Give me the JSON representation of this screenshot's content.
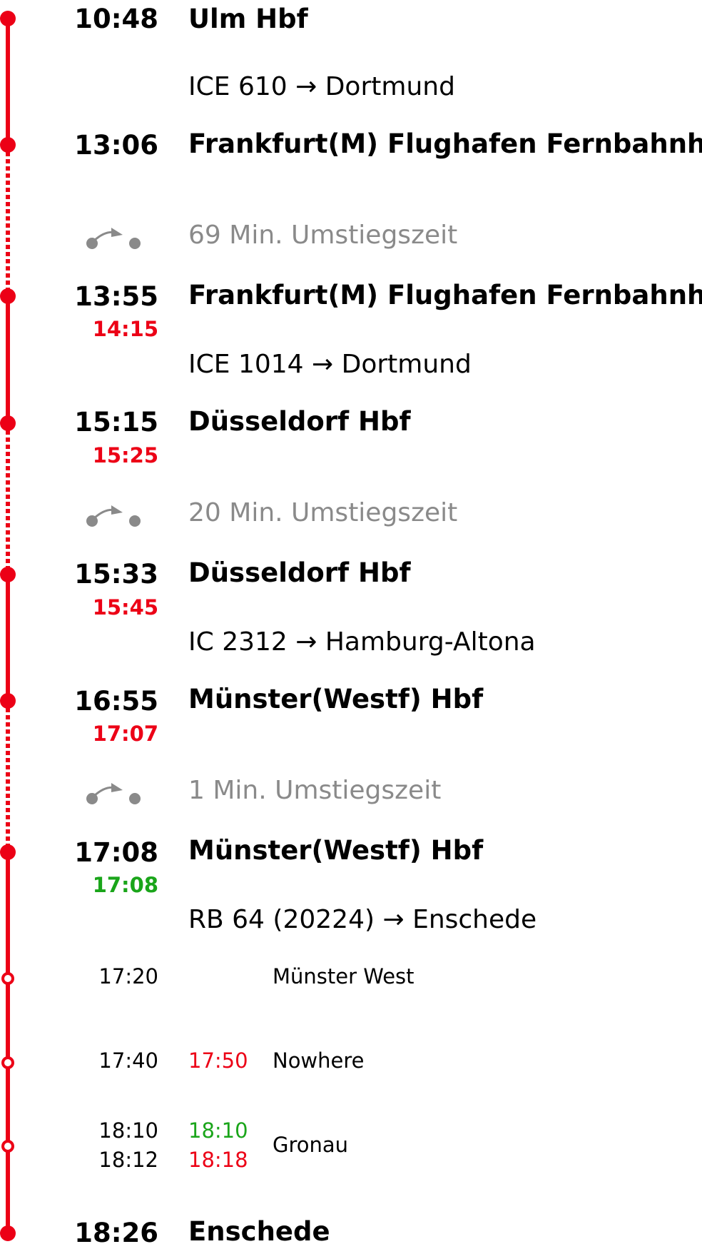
{
  "colors": {
    "line": "#ec0016",
    "delay": "#ec0016",
    "ontime": "#1aa51a",
    "transfer": "#8a8a8a"
  },
  "legs": [
    {
      "dep_time": "10:48",
      "dep_rt": "",
      "dep_station": "Ulm Hbf",
      "train": "ICE 610 → Dortmund",
      "arr_time": "13:06",
      "arr_rt": "",
      "arr_station": "Frankfurt(M) Flughafen Fernbahnhof"
    },
    {
      "dep_time": "13:55",
      "dep_rt": "14:15",
      "dep_station": "Frankfurt(M) Flughafen Fernbahnhof",
      "train": "ICE 1014 → Dortmund",
      "arr_time": "15:15",
      "arr_rt": "15:25",
      "arr_station": "Düsseldorf Hbf"
    },
    {
      "dep_time": "15:33",
      "dep_rt": "15:45",
      "dep_station": "Düsseldorf Hbf",
      "train": "IC 2312 → Hamburg-Altona",
      "arr_time": "16:55",
      "arr_rt": "17:07",
      "arr_station": "Münster(Westf) Hbf"
    },
    {
      "dep_time": "17:08",
      "dep_rt": "17:08",
      "dep_station": "Münster(Westf) Hbf",
      "train": "RB 64 (20224) → Enschede",
      "arr_time": "18:26",
      "arr_rt": "",
      "arr_station": "Enschede"
    }
  ],
  "transfers": [
    {
      "icon": "transfer-icon",
      "text": "69 Min. Umstiegszeit"
    },
    {
      "icon": "transfer-icon",
      "text": "20 Min. Umstiegszeit"
    },
    {
      "icon": "transfer-icon",
      "text": "1 Min. Umstiegszeit"
    }
  ],
  "intermediate_stops": [
    {
      "name": "Münster West",
      "arr": "17:20",
      "arr_rt": "",
      "dep": "",
      "dep_rt": ""
    },
    {
      "name": "Nowhere",
      "arr": "17:40",
      "arr_rt": "17:50",
      "dep": "",
      "dep_rt": ""
    },
    {
      "name": "Gronau",
      "arr": "18:10",
      "arr_rt": "18:10",
      "dep": "18:12",
      "dep_rt": "18:18"
    }
  ]
}
